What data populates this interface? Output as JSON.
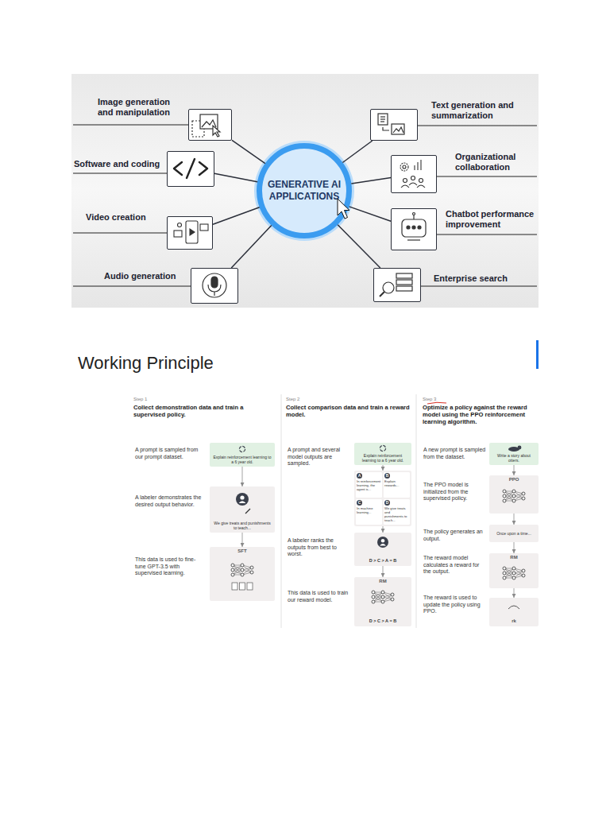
{
  "diagram": {
    "title": "Working Principle",
    "nodes": [
      {
        "text": [
          "Image generation and manipulation"
        ]
      },
      {
        "text": [
          "Text generation and summarization"
        ]
      },
      {
        "text": [
          "Software and coding"
        ]
      },
      {
        "text": [
          "GENERATIVE AI APPLICATIONS"
        ]
      },
      {
        "text": [
          "Organizational collaboration"
        ]
      },
      {
        "text": [
          "Video creation"
        ]
      },
      {
        "text": [
          "Chatbot performance improvement"
        ]
      },
      {
        "text": [
          "Audio generation"
        ]
      },
      {
        "text": [
          "Enterprise search"
        ]
      },
      {
        "text": [
          "Explain reinforcement learning to a 6 year old."
        ]
      },
      {
        "text": [
          "We give treats and punishments to teach..."
        ]
      },
      {
        "text": [
          "SFT"
        ]
      },
      {
        "text": [
          "Explain reinforcement learning to a 6 year old."
        ]
      },
      {
        "text": []
      },
      {
        "text": [
          "A",
          "In reinforcement learning, the agent is..."
        ],
        "in": 13
      },
      {
        "text": [
          "B",
          "Explain rewards..."
        ],
        "in": 13
      },
      {
        "text": [
          "C",
          "In machine learning..."
        ],
        "in": 13
      },
      {
        "text": [
          "D",
          "We give treats and punishments to teach..."
        ],
        "in": 13
      },
      {
        "text": [
          "D > C > A = B"
        ]
      },
      {
        "text": [
          "RM",
          "D > C > A = B"
        ]
      },
      {
        "text": [
          "Write a story about otters."
        ]
      },
      {
        "text": [
          "PPO"
        ]
      },
      {
        "text": [
          "Once upon a time..."
        ]
      },
      {
        "text": [
          "RM"
        ]
      },
      {
        "text": [
          "rk"
        ]
      }
    ],
    "edges": [
      {
        "from": 0,
        "to": 3,
        "arrow": "none"
      },
      {
        "from": 1,
        "to": 3,
        "arrow": "none"
      },
      {
        "from": 2,
        "to": 3,
        "arrow": "none"
      },
      {
        "from": 4,
        "to": 3,
        "arrow": "none"
      },
      {
        "from": 5,
        "to": 3,
        "arrow": "none"
      },
      {
        "from": 6,
        "to": 3,
        "arrow": "none"
      },
      {
        "from": 7,
        "to": 3,
        "arrow": "none"
      },
      {
        "from": 8,
        "to": 3,
        "arrow": "none"
      },
      {
        "from": 9,
        "to": 10,
        "arrow": "to"
      },
      {
        "from": 10,
        "to": 11,
        "arrow": "to"
      },
      {
        "from": 12,
        "to": 13,
        "arrow": "to"
      },
      {
        "from": 13,
        "to": 18,
        "arrow": "to"
      },
      {
        "from": 18,
        "to": 19,
        "arrow": "to"
      },
      {
        "from": 20,
        "to": 21,
        "arrow": "to"
      },
      {
        "from": 21,
        "to": 22,
        "arrow": "to"
      },
      {
        "from": 22,
        "to": 23,
        "arrow": "to"
      },
      {
        "from": 23,
        "to": 24,
        "arrow": "to"
      }
    ],
    "labels": [
      "Step 1",
      "Collect demonstration data and train a supervised policy.",
      "A prompt is sampled from our prompt dataset.",
      "A labeler demonstrates the desired output behavior.",
      "This data is used to fine-tune GPT-3.5 with supervised learning.",
      "Step 2",
      "Collect comparison data and train a reward model.",
      "A prompt and several model outputs are sampled.",
      "A labeler ranks the outputs from best to worst.",
      "This data is used to train our reward model.",
      "Step 3",
      "Optimize a policy against the reward model using the PPO reinforcement learning algorithm.",
      "A new prompt is sampled from the dataset.",
      "The PPO model is initialized from the supervised policy.",
      "The policy generates an output.",
      "The reward model calculates a reward for the output.",
      "The reward is used to update the policy using PPO."
    ]
  }
}
